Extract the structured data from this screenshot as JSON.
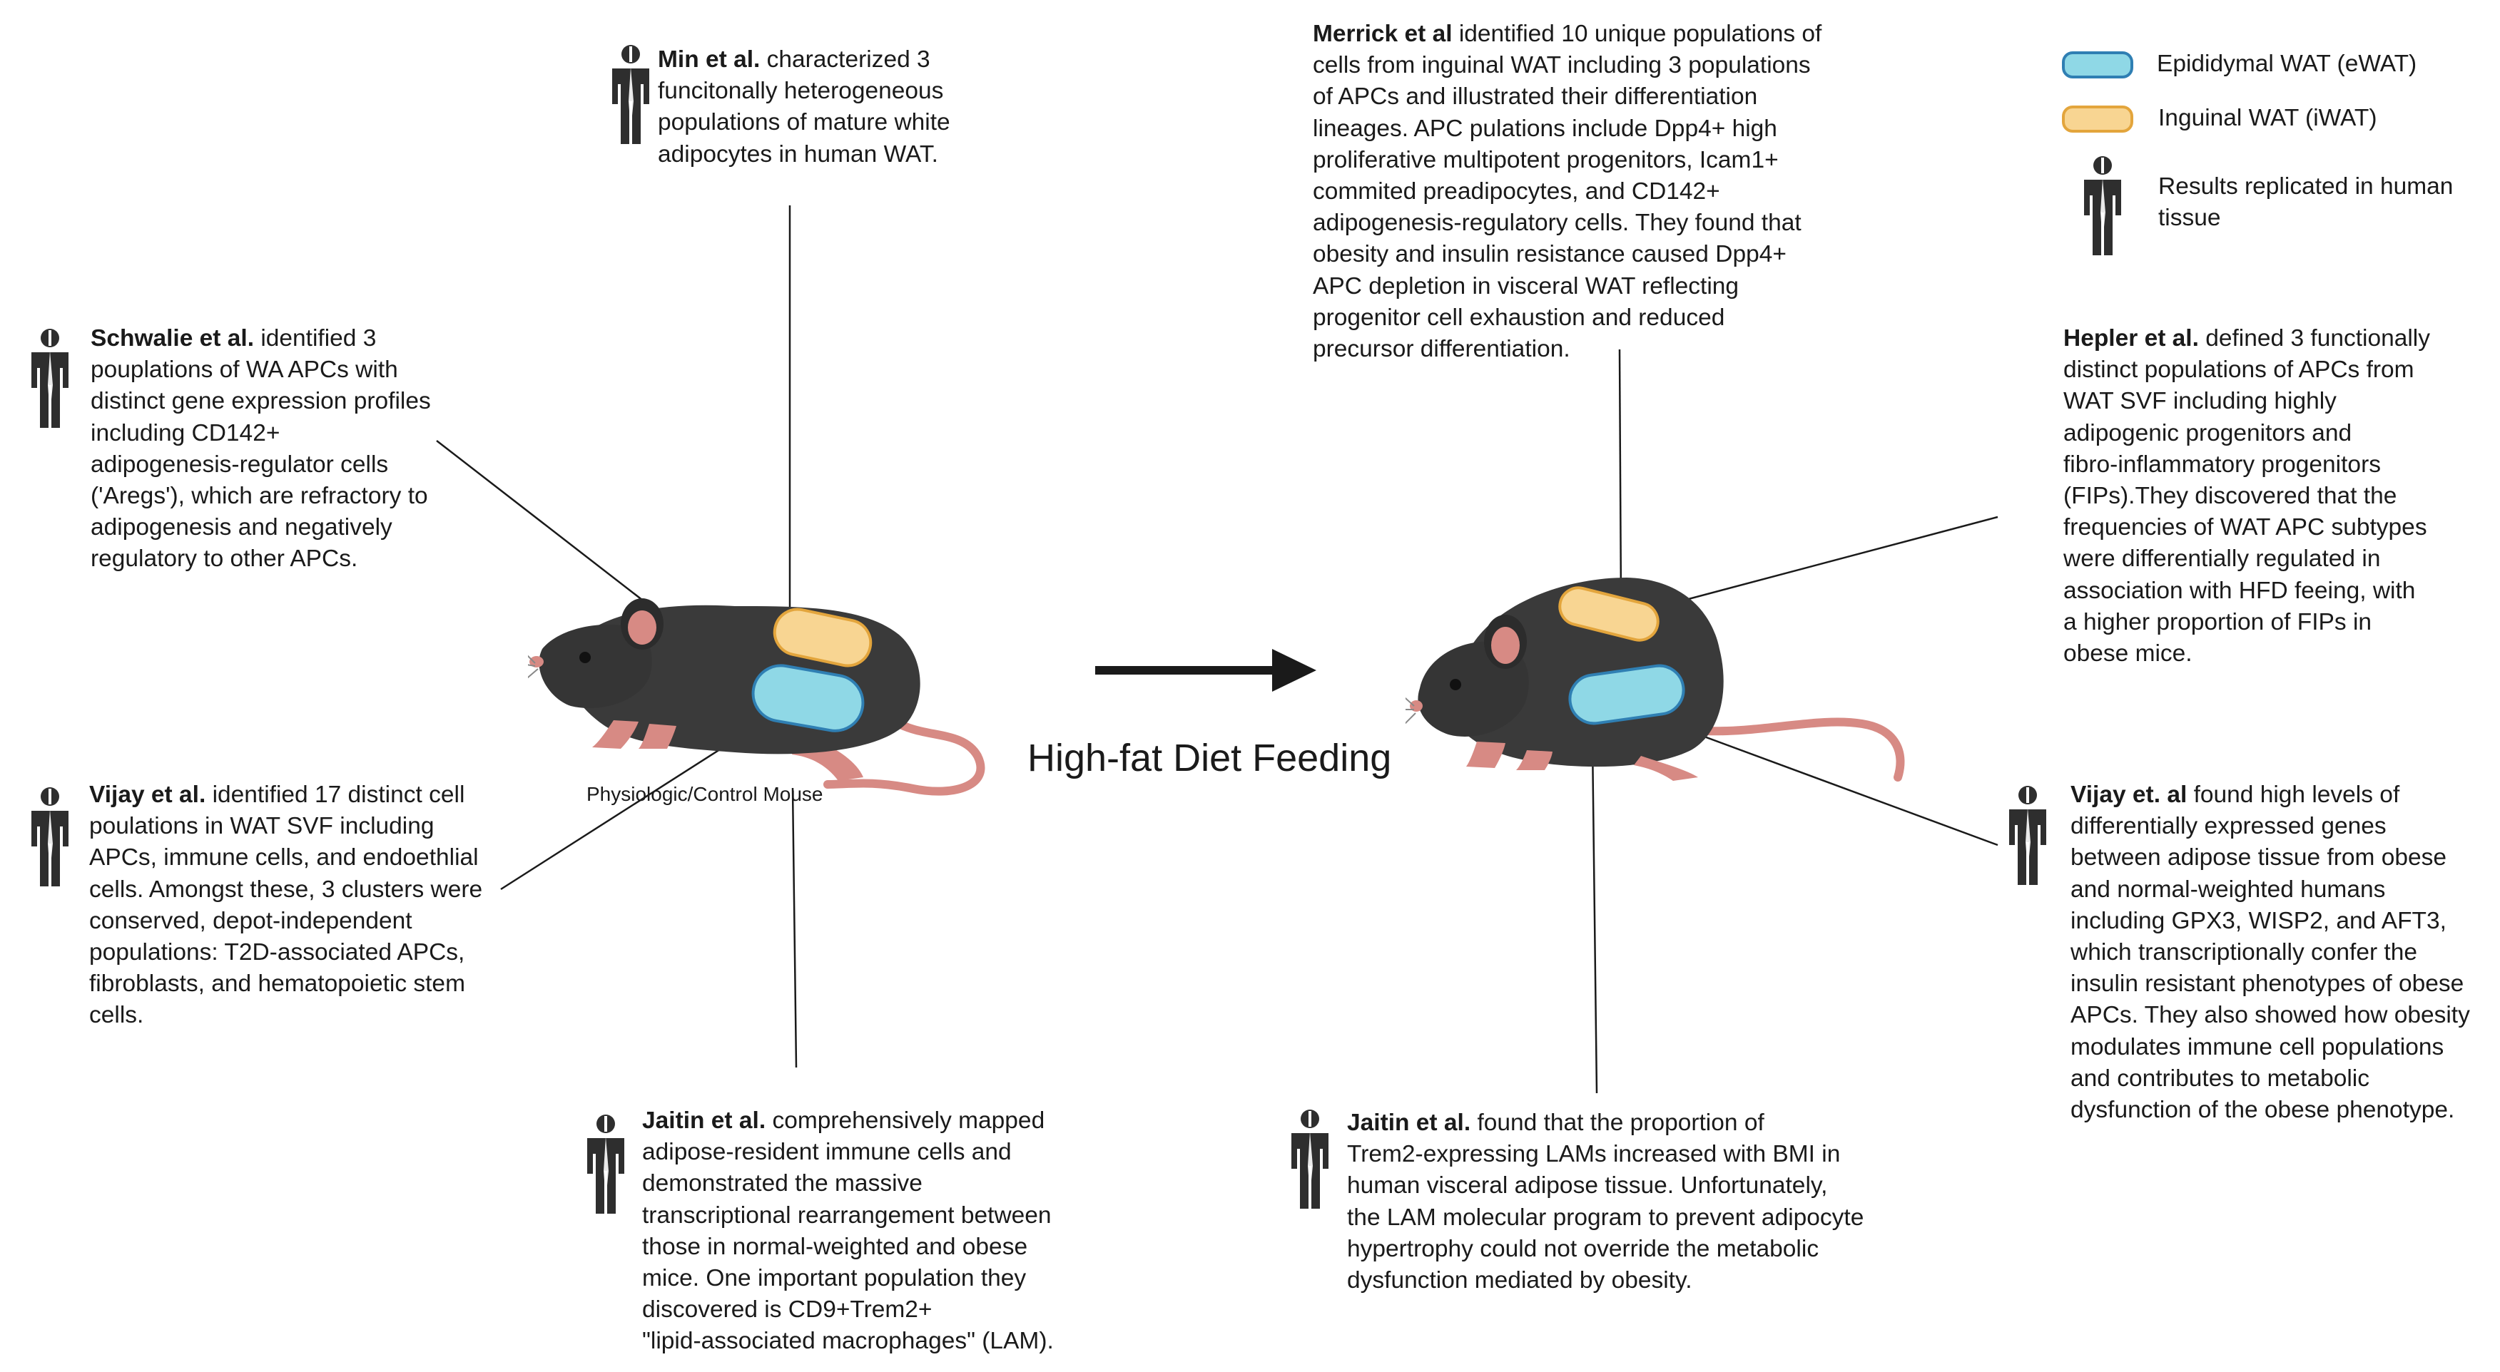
{
  "diet_label": "High-fat Diet Feeding",
  "control_mouse_label": "Physiologic/Control Mouse",
  "legend": {
    "ewat": "Epididymal WAT (eWAT)",
    "iwat": "Inguinal WAT (iWAT)",
    "human_line1": "Results replicated",
    "human_line2": "in human tissue"
  },
  "colors": {
    "ewat": "#8fd8e6",
    "ewat_border": "#2f7fb3",
    "iwat": "#f8d592",
    "iwat_border": "#e3a53c",
    "mouse_body": "#3a3a3a",
    "mouse_pink": "#d78a84",
    "human_icon": "#2e2e2e"
  },
  "annotations": {
    "min": {
      "author": "Min et al.",
      "lines": [
        " characterized 3",
        "funcitonally heterogeneous",
        "populations of mature white",
        "adipocytes in human WAT."
      ]
    },
    "schwalie": {
      "author": "Schwalie et al.",
      "lines": [
        " identified 3",
        "pouplations of WA APCs with",
        "distinct gene expression profiles",
        "including CD142+",
        "adipogenesis-regulator cells",
        "('Aregs'), which are refractory to",
        "adipogenesis and negatively",
        "regulatory to other APCs."
      ]
    },
    "vijay_left": {
      "author": "Vijay et al.",
      "lines": [
        " identified 17 distinct cell",
        "poulations in WAT SVF including",
        "APCs, immune cells, and endoethlial",
        "cells. Amongst these, 3 clusters were",
        " conserved, depot-independent",
        "populations:  T2D-associated APCs,",
        "fibroblasts, and hematopoietic stem",
        "cells."
      ]
    },
    "jaitin_left": {
      "author": "Jaitin et al.",
      "lines": [
        " comprehensively mapped",
        "adipose-resident immune cells and",
        "demonstrated the massive",
        "transcriptional rearrangement between",
        "those in normal-weighted and obese",
        "mice. One important population they",
        "discovered is CD9+Trem2+",
        "\"lipid-associated macrophages\" (LAM)."
      ]
    },
    "merrick": {
      "author": "Merrick et al",
      "lines": [
        " identified 10 unique populations of",
        "cells from inguinal WAT including 3 populations",
        "of APCs and illustrated their differentiation",
        "lineages. APC pulations include Dpp4+ high",
        "proliferative multipotent progenitors, Icam1+",
        "commited preadipocytes, and CD142+",
        "adipogenesis-regulatory cells. They found that",
        "obesity and insulin resistance caused Dpp4+",
        "APC depletion in visceral WAT reflecting",
        "progenitor cell exhaustion and reduced",
        "precursor differentiation."
      ]
    },
    "hepler": {
      "author": "Hepler et al.",
      "lines": [
        " defined 3 functionally",
        "distinct populations of APCs from",
        "WAT SVF including highly",
        "adipogenic progenitors and",
        "fibro-inflammatory progenitors",
        "(FIPs).They discovered that the",
        "frequencies of WAT APC subtypes",
        "were differentially regulated in",
        "association with HFD feeing, with",
        "a higher proportion of FIPs in",
        "obese mice."
      ]
    },
    "vijay_right": {
      "author": "Vijay et. al",
      "lines": [
        " found high levels of",
        "differentially expressed genes",
        "between adipose tissue from obese",
        "and normal-weighted humans",
        "including GPX3, WISP2, and AFT3,",
        "which transcriptionally confer the",
        "insulin resistant phenotypes of obese",
        "APCs. They also showed how obesity",
        "modulates immune cell populations",
        "and contributes to  metabolic",
        "dysfunction of the obese phenotype."
      ]
    },
    "jaitin_right": {
      "author": "Jaitin et al.",
      "lines": [
        " found that the proportion of",
        "Trem2-expressing LAMs increased with BMI in",
        "human visceral adipose tissue. Unfortunately,",
        "the LAM molecular program to prevent adipocyte",
        "hypertrophy could not override the metabolic",
        "dysfunction mediated by obesity."
      ]
    }
  }
}
